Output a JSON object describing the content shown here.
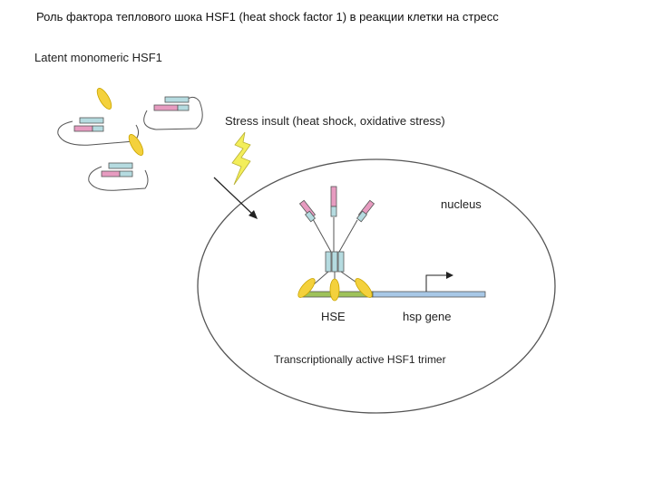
{
  "title": "Роль фактора теплового шока HSF1 (heat shock factor 1) в реакции клетки на стресс",
  "labels": {
    "latent": "Latent monomeric HSF1",
    "stress": "Stress insult (heat shock, oxidative stress)",
    "nucleus": "nucleus",
    "hse": "HSE",
    "hsp_gene": "hsp gene",
    "trimer": "Transcriptionally active HSF1 trimer"
  },
  "colors": {
    "pink": "#e79bc0",
    "teal": "#b5dbe0",
    "yellow": "#f4d13c",
    "green": "#9ec25a",
    "blue": "#a8c8e6",
    "line": "#555555",
    "lightning": "#f3ee5a"
  },
  "icons": [
    "lightning-icon",
    "arrow-icon",
    "transcription-start-arrow-icon"
  ]
}
